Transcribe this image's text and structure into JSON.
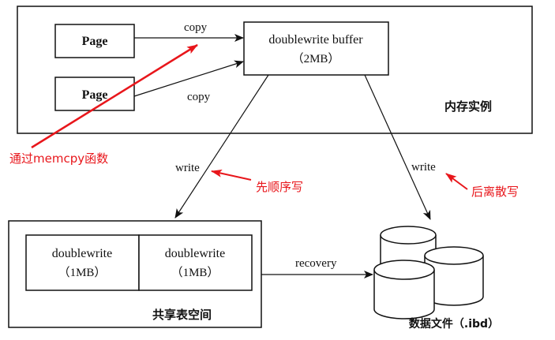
{
  "memory_instance": {
    "label": "内存实例",
    "page_1": "Page",
    "page_2": "Page",
    "copy_label_1": "copy",
    "copy_label_2": "copy",
    "doublewrite_buffer": {
      "name": "doublewrite buffer",
      "size": "（2MB）"
    }
  },
  "annotations": {
    "memcpy": "通过memcpy函数",
    "sequential_write": "先顺序写",
    "scattered_write": "后离散写",
    "color": "#e8161b"
  },
  "write_label_1": "write",
  "write_label_2": "write",
  "shared_tablespace": {
    "label": "共享表空间",
    "block_1": {
      "name": "doublewrite",
      "size": "（1MB）"
    },
    "block_2": {
      "name": "doublewrite",
      "size": "（1MB）"
    }
  },
  "recovery_label": "recovery",
  "data_files": {
    "label": "数据文件（.ibd）",
    "icon": "database-cylinders-icon"
  }
}
